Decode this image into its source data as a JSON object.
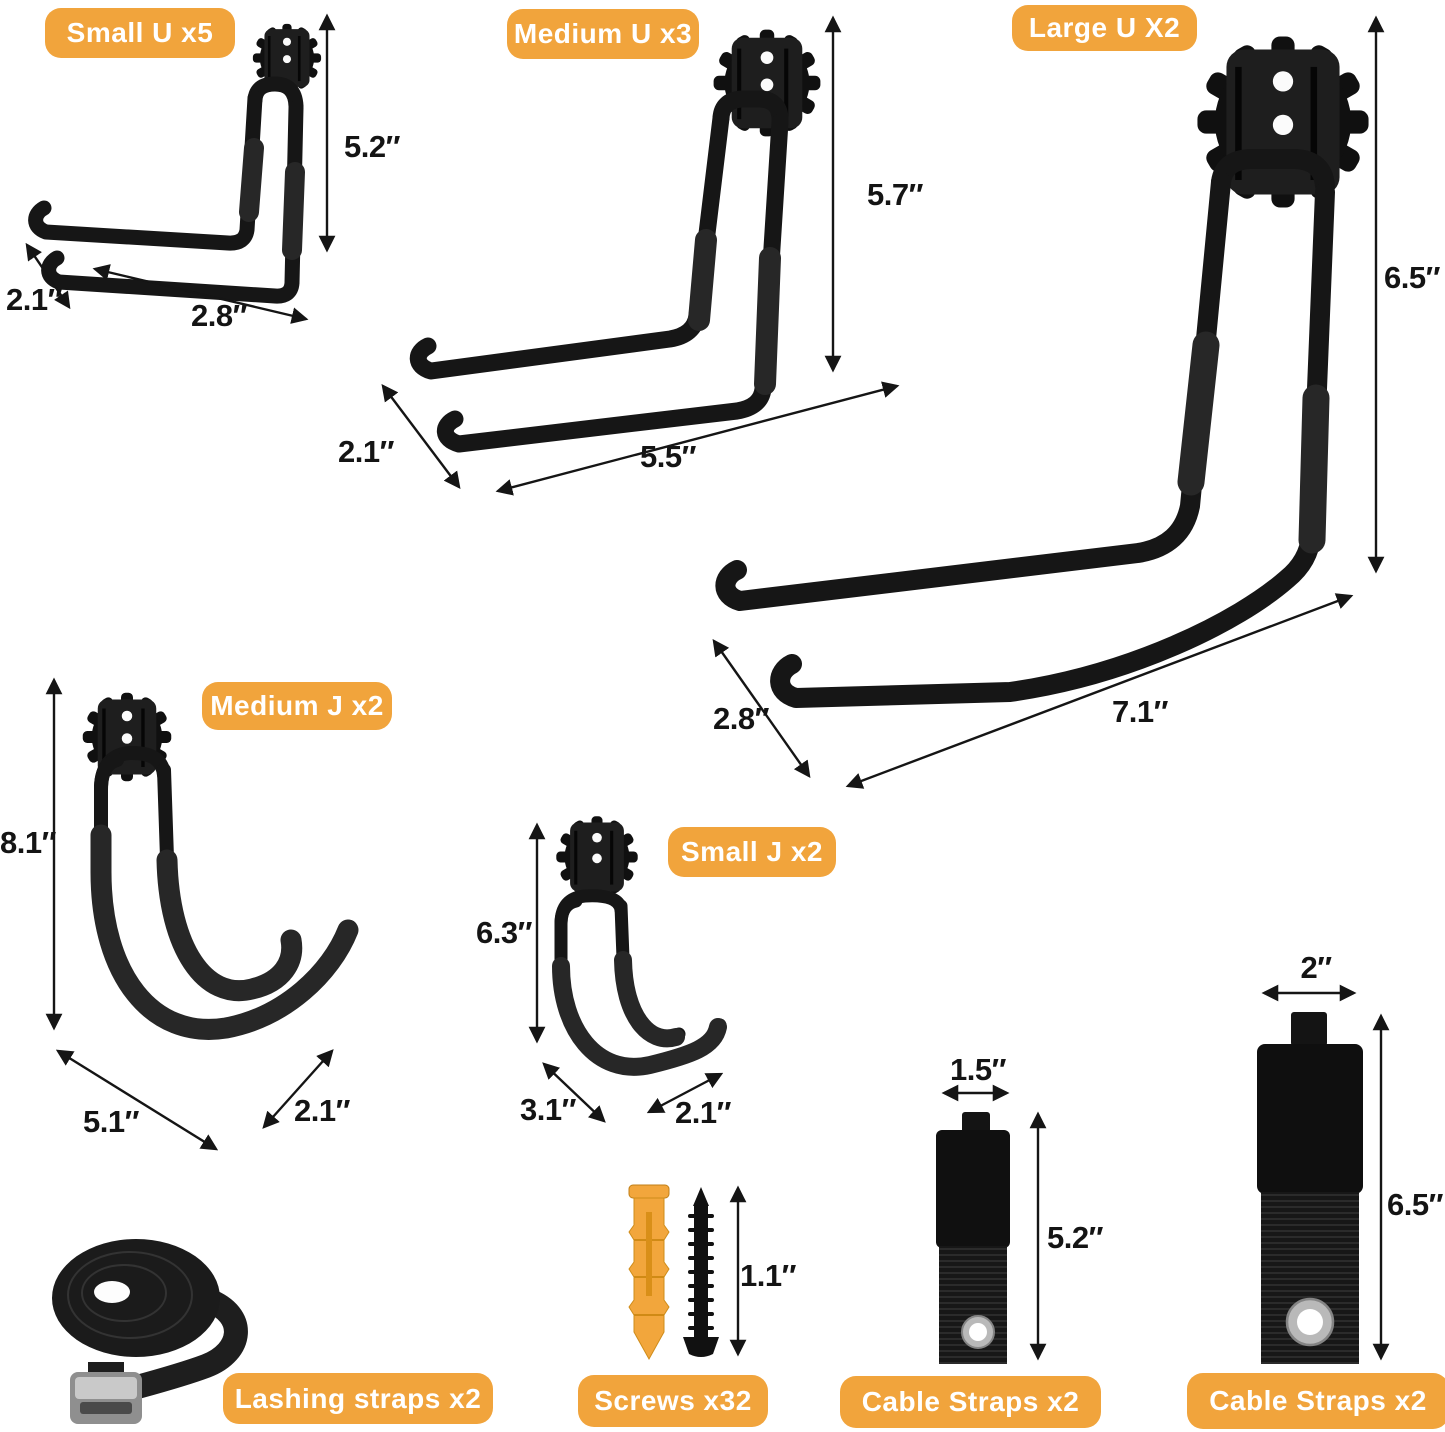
{
  "palette": {
    "badge_bg": "#F1A43C",
    "badge_text": "#FFFFFF",
    "dim_text": "#141414",
    "hook_metal": "#161616",
    "anchor_orange": "#F2A63C",
    "background": "#FFFFFF"
  },
  "graphics": {
    "mount_plate": "sprocket-mount-plate-icon",
    "u_hook": "double-prong-u-hook-icon",
    "j_hook": "double-prong-j-hook-icon",
    "lashing_strap": "strap-coil-with-cam-buckle-icon",
    "wall_anchor": "wall-anchor-icon",
    "screw": "screw-icon",
    "cable_strap": "cable-strap-with-grommet-icon"
  },
  "items": {
    "small_u": {
      "label": "Small U x5",
      "height": "5.2″",
      "depth": "2.1″",
      "width": "2.8″"
    },
    "medium_u": {
      "label": "Medium U x3",
      "height": "5.7″",
      "depth": "2.1″",
      "width": "5.5″"
    },
    "large_u": {
      "label": "Large U X2",
      "height": "6.5″",
      "depth": "2.8″",
      "width": "7.1″"
    },
    "medium_j": {
      "label": "Medium J x2",
      "height": "8.1″",
      "width": "5.1″",
      "depth": "2.1″"
    },
    "small_j": {
      "label": "Small J x2",
      "height": "6.3″",
      "width": "3.1″",
      "depth": "2.1″"
    },
    "lashing_straps": {
      "label": "Lashing straps x2"
    },
    "screws": {
      "label": "Screws x32",
      "length": "1.1″"
    },
    "cable_straps_small": {
      "label": "Cable Straps x2",
      "width": "1.5″",
      "height": "5.2″"
    },
    "cable_straps_large": {
      "label": "Cable Straps x2",
      "width": "2″",
      "height": "6.5″"
    }
  }
}
